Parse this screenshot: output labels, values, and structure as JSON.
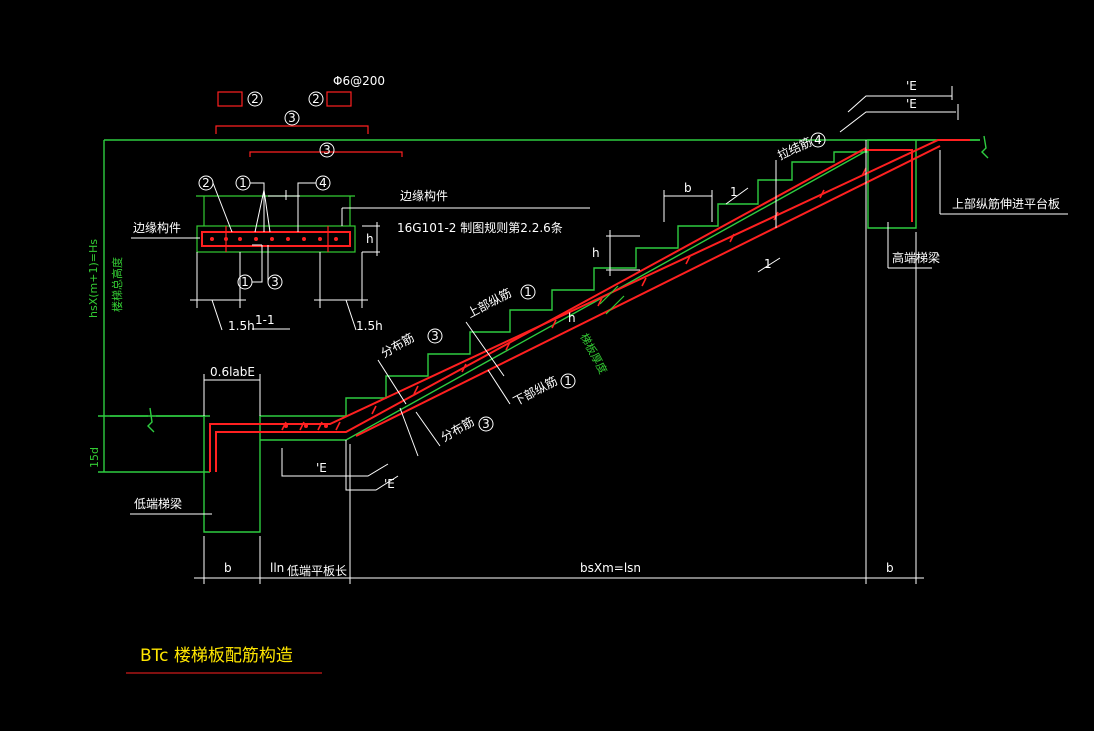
{
  "labels": {
    "phi_spacing": "Φ6@200",
    "edge_member_top": "边缘构件",
    "edge_member_left": "边缘构件",
    "spec_ref": "16G101-2 制图规则第2.2.6条",
    "h_left": "h",
    "section_name": "1-1",
    "dim_15h_left": "1.5h",
    "dim_15h_right": "1.5h",
    "dim_b_top": "b",
    "dim_h_step": "h",
    "section_mark_1_top": "1",
    "section_mark_1_bottom": "1",
    "lae_top_1": "'E",
    "lae_top_2": "'E",
    "hook_label": "拉结筋",
    "upper_bar_to_platform": "上部纵筋伸进平台板",
    "high_end_beam": "高端梯梁",
    "upper_longitudinal": "上部纵筋",
    "distribution_bar_upper": "分布筋",
    "lower_longitudinal": "下部纵筋",
    "distribution_bar_lower": "分布筋",
    "h_slab": "h",
    "slab_thickness_note": "梯板厚度",
    "dim_06labe": "0.6labE",
    "dim_15d": "15d",
    "low_end_beam": "低端梯梁",
    "lae_bottom_1": "'E",
    "lae_bottom_2": "'E",
    "height_formula": "hsX(m+1)=Hs",
    "height_note": "楼梯总高度",
    "dim_b_left": "b",
    "dim_ln": "lln",
    "dim_ln_note": "低端平板长",
    "dim_bsxm": "bsXm=lsn",
    "dim_b_right": "b",
    "title": "BTc 楼梯板配筋构造"
  },
  "markers": {
    "m1": "1",
    "m2": "2",
    "m3": "3",
    "m4": "4"
  },
  "colors": {
    "background": "#000000",
    "concrete_outline": "#33cc33",
    "rebar": "#ff2020",
    "annotation": "#ffffff",
    "title": "#ffe600"
  }
}
